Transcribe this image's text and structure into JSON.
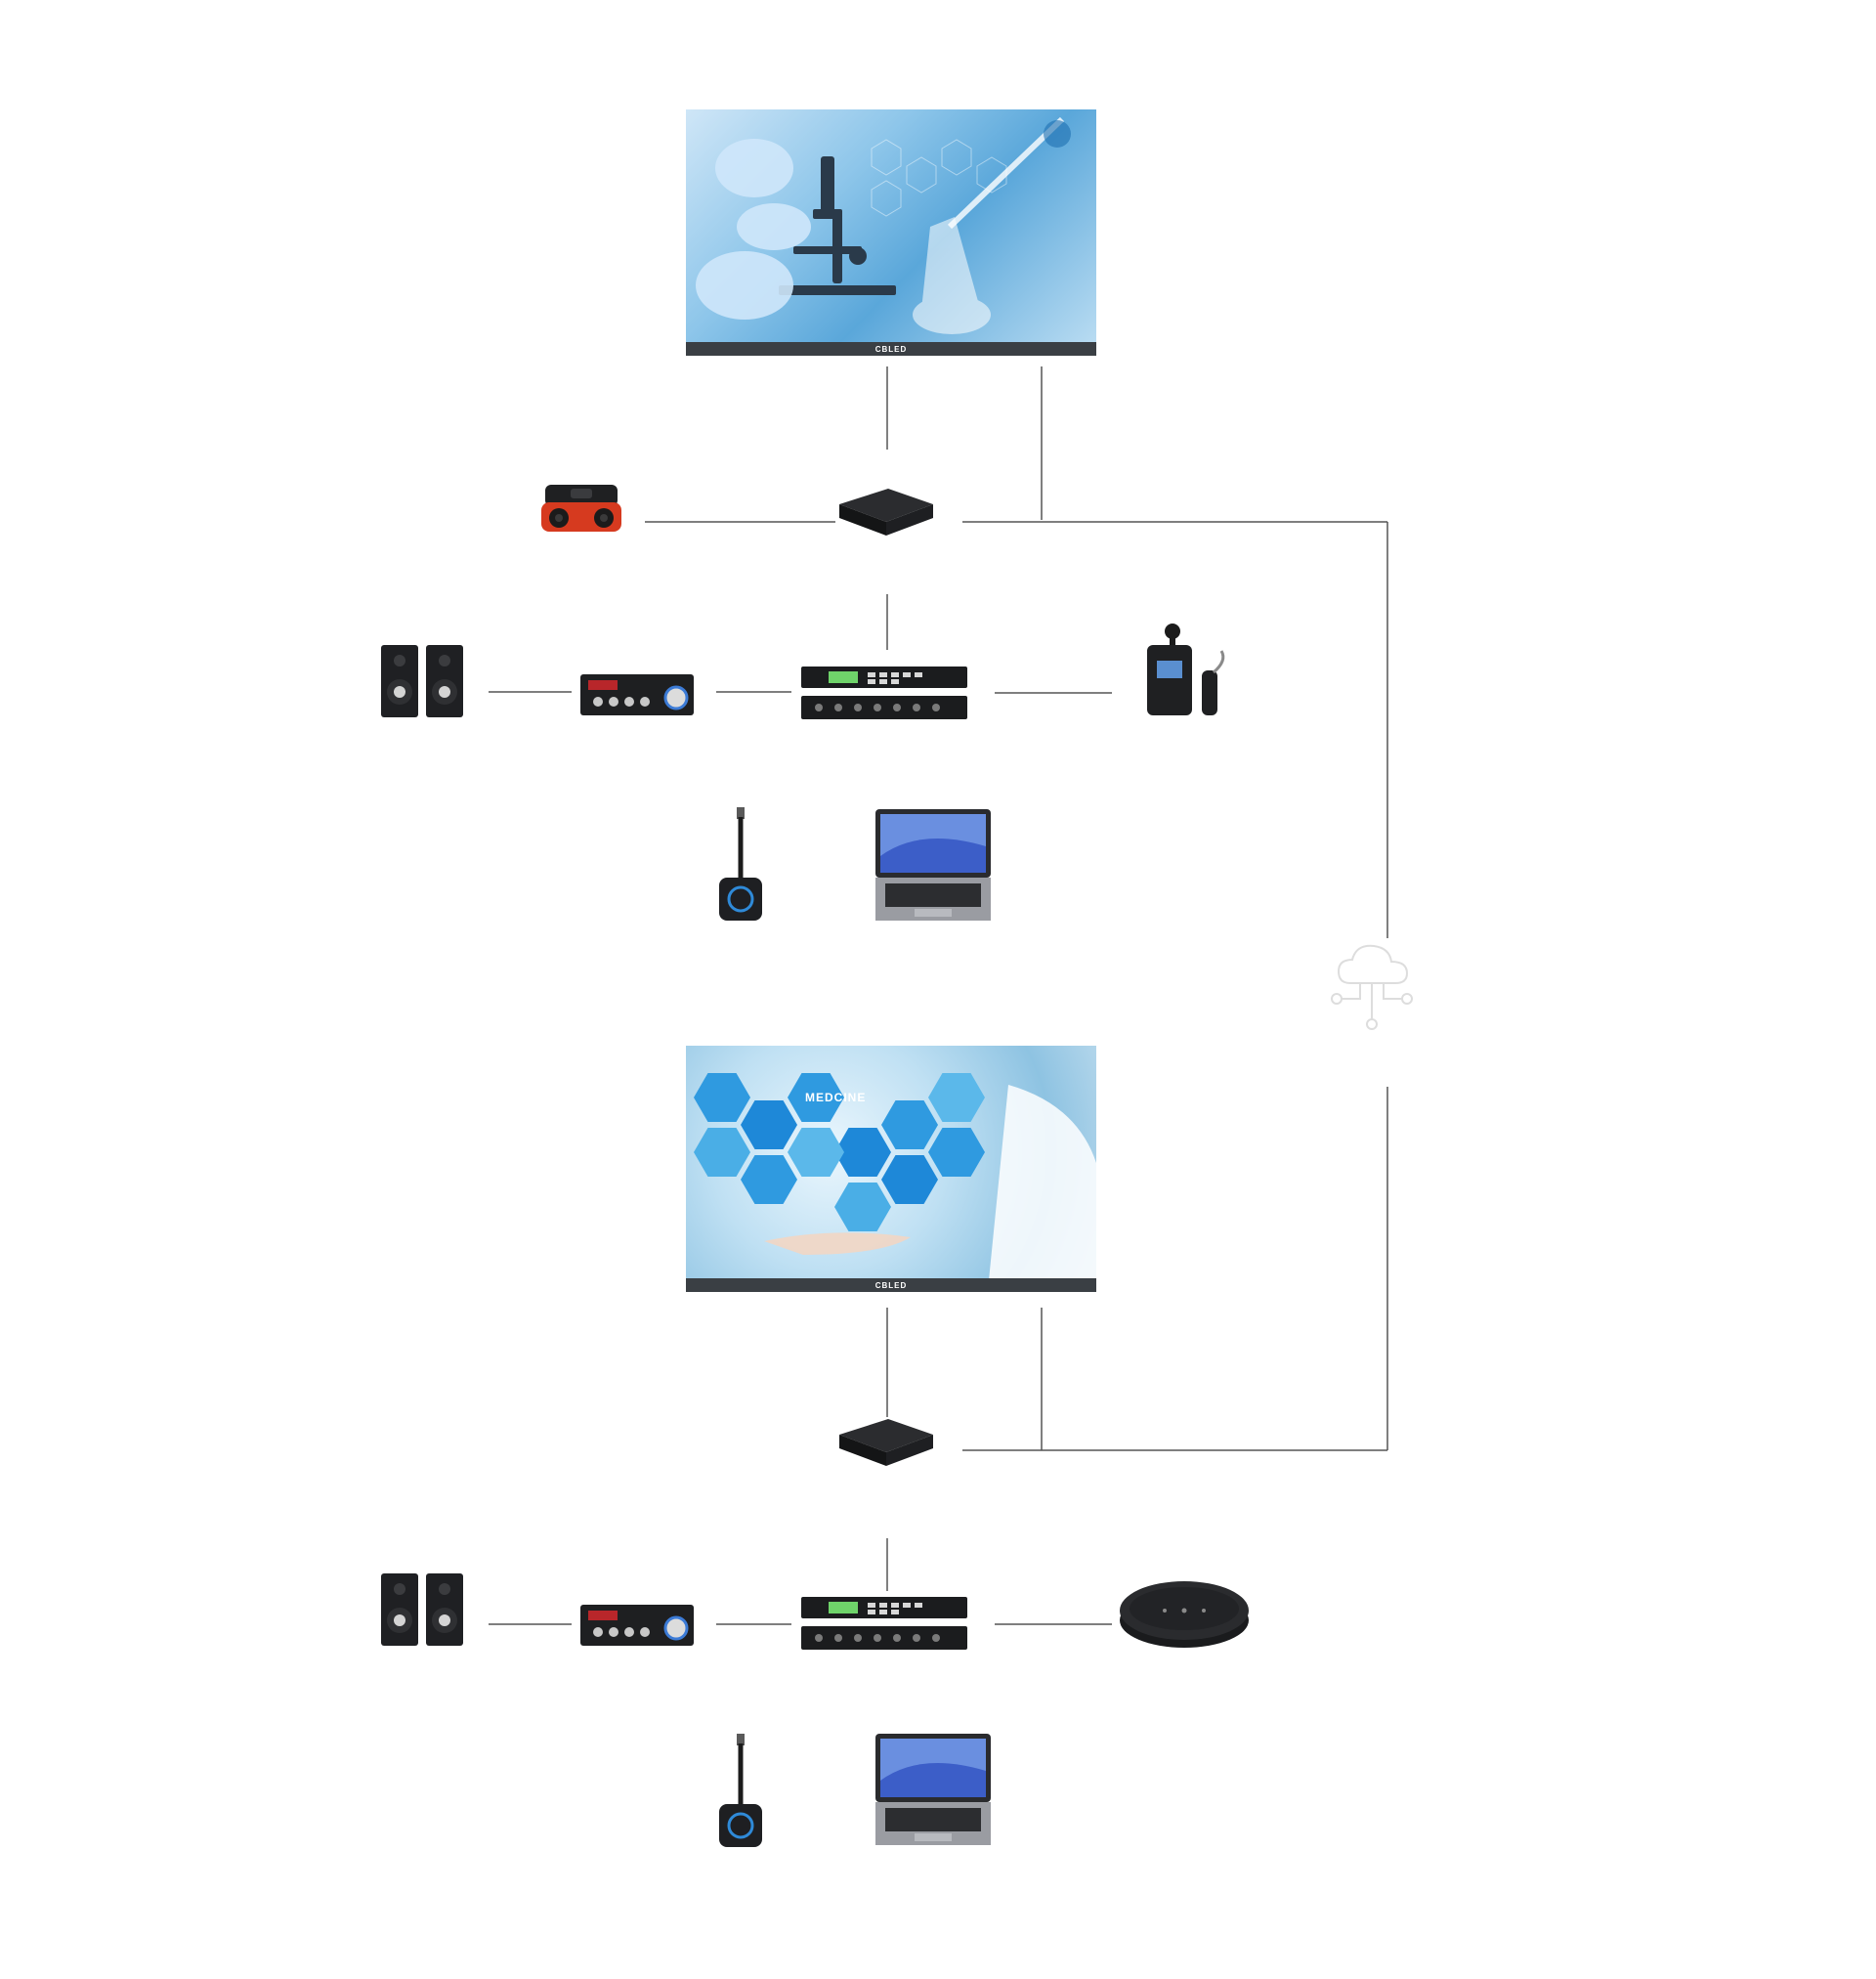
{
  "screens": {
    "top_brand": "CBLED",
    "bottom_brand": "CBLED",
    "bottom_overlay_text": "MEDCINE"
  },
  "icons": {
    "cloud": "cloud-network-icon",
    "camera": "camera-icon",
    "speakers": "speaker-pair-icon",
    "amplifier": "amplifier-icon",
    "processor": "audio-processor-icon",
    "wireless_mic": "wireless-mic-icon",
    "conference_speaker": "conference-speaker-icon",
    "wireless_dongle": "wireless-dongle-icon",
    "laptop": "laptop-icon",
    "media_box": "media-box-icon"
  },
  "colors": {
    "wire": "#555555",
    "faint_label": "#f3f3f3",
    "bezel": "#3a3f44",
    "device_black": "#1b1c1e"
  }
}
